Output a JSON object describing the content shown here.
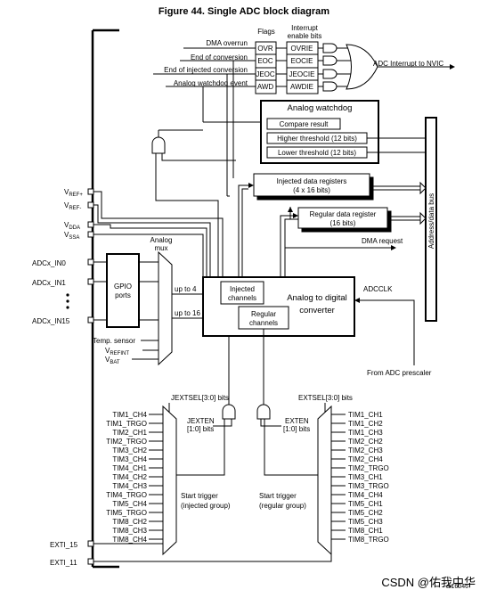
{
  "title": "Figure 44. Single ADC block diagram",
  "flags_header": "Flags",
  "interrupt_header": [
    "Interrupt",
    "enable bits"
  ],
  "events": [
    "DMA overrun",
    "End of conversion",
    "End of injected conversion",
    "Analog watchdog event"
  ],
  "flags": [
    "OVR",
    "EOC",
    "JEOC",
    "AWD"
  ],
  "enable_bits": [
    "OVRIE",
    "EOCIE",
    "JEOCIE",
    "AWDIE"
  ],
  "adc_interrupt": "ADC Interrupt to NVIC",
  "watchdog": {
    "title": "Analog watchdog",
    "compare": "Compare result",
    "high": "Higher threshold (12 bits)",
    "low": "Lower threshold (12 bits)"
  },
  "bus_label": "Address/data bus",
  "injected_regs": [
    "Injected data registers",
    "(4 x 16 bits)"
  ],
  "regular_reg": [
    "Regular data register",
    "(16 bits)"
  ],
  "dma_request": "DMA request",
  "supply_pins": [
    {
      "main": "V",
      "sub": "REF+"
    },
    {
      "main": "V",
      "sub": "REF-"
    },
    {
      "main": "V",
      "sub": "DDA"
    },
    {
      "main": "V",
      "sub": "SSA"
    }
  ],
  "analog_mux": [
    "Analog",
    "mux"
  ],
  "adc_inputs": [
    "ADCx_IN0",
    "ADCx_IN1",
    "ADCx_IN15"
  ],
  "gpio": [
    "GPIO",
    "ports"
  ],
  "internal_inputs": [
    {
      "main": "Temp. sensor",
      "sub": ""
    },
    {
      "main": "V",
      "sub": "REFINT"
    },
    {
      "main": "V",
      "sub": "BAT"
    }
  ],
  "up_to_4": "up to 4",
  "up_to_16": "up to 16",
  "injected_channels": [
    "Injected",
    "channels"
  ],
  "regular_channels": [
    "Regular",
    "channels"
  ],
  "converter": [
    "Analog to digital",
    "converter"
  ],
  "adcclk": "ADCCLK",
  "prescaler": "From ADC prescaler",
  "jextsel": "JEXTSEL[3:0] bits",
  "extsel": "EXTSEL[3:0] bits",
  "jexten": [
    "JEXTEN",
    "[1:0] bits"
  ],
  "exten": [
    "EXTEN",
    "[1:0] bits"
  ],
  "injected_triggers": [
    "TIM1_CH4",
    "TIM1_TRGO",
    "TIM2_CH1",
    "TIM2_TRGO",
    "TIM3_CH2",
    "TIM3_CH4",
    "TIM4_CH1",
    "TIM4_CH2",
    "TIM4_CH3",
    "TIM4_TRGO",
    "TIM5_CH4",
    "TIM5_TRGO",
    "TIM8_CH2",
    "TIM8_CH3",
    "TIM8_CH4"
  ],
  "regular_triggers": [
    "TIM1_CH1",
    "TIM1_CH2",
    "TIM1_CH3",
    "TIM2_CH2",
    "TIM2_CH3",
    "TIM2_CH4",
    "TIM2_TRGO",
    "TIM3_CH1",
    "TIM3_TRGO",
    "TIM4_CH4",
    "TIM5_CH1",
    "TIM5_CH2",
    "TIM5_CH3",
    "TIM8_CH1",
    "TIM8_TRGO"
  ],
  "start_trigger_injected": [
    "Start trigger",
    "(injected group)"
  ],
  "start_trigger_regular": [
    "Start trigger",
    "(regular group)"
  ],
  "exti_15": "EXTI_15",
  "exti_11": "EXTI_11",
  "ref_code": "ai16046",
  "watermark": "CSDN @佑我中华"
}
